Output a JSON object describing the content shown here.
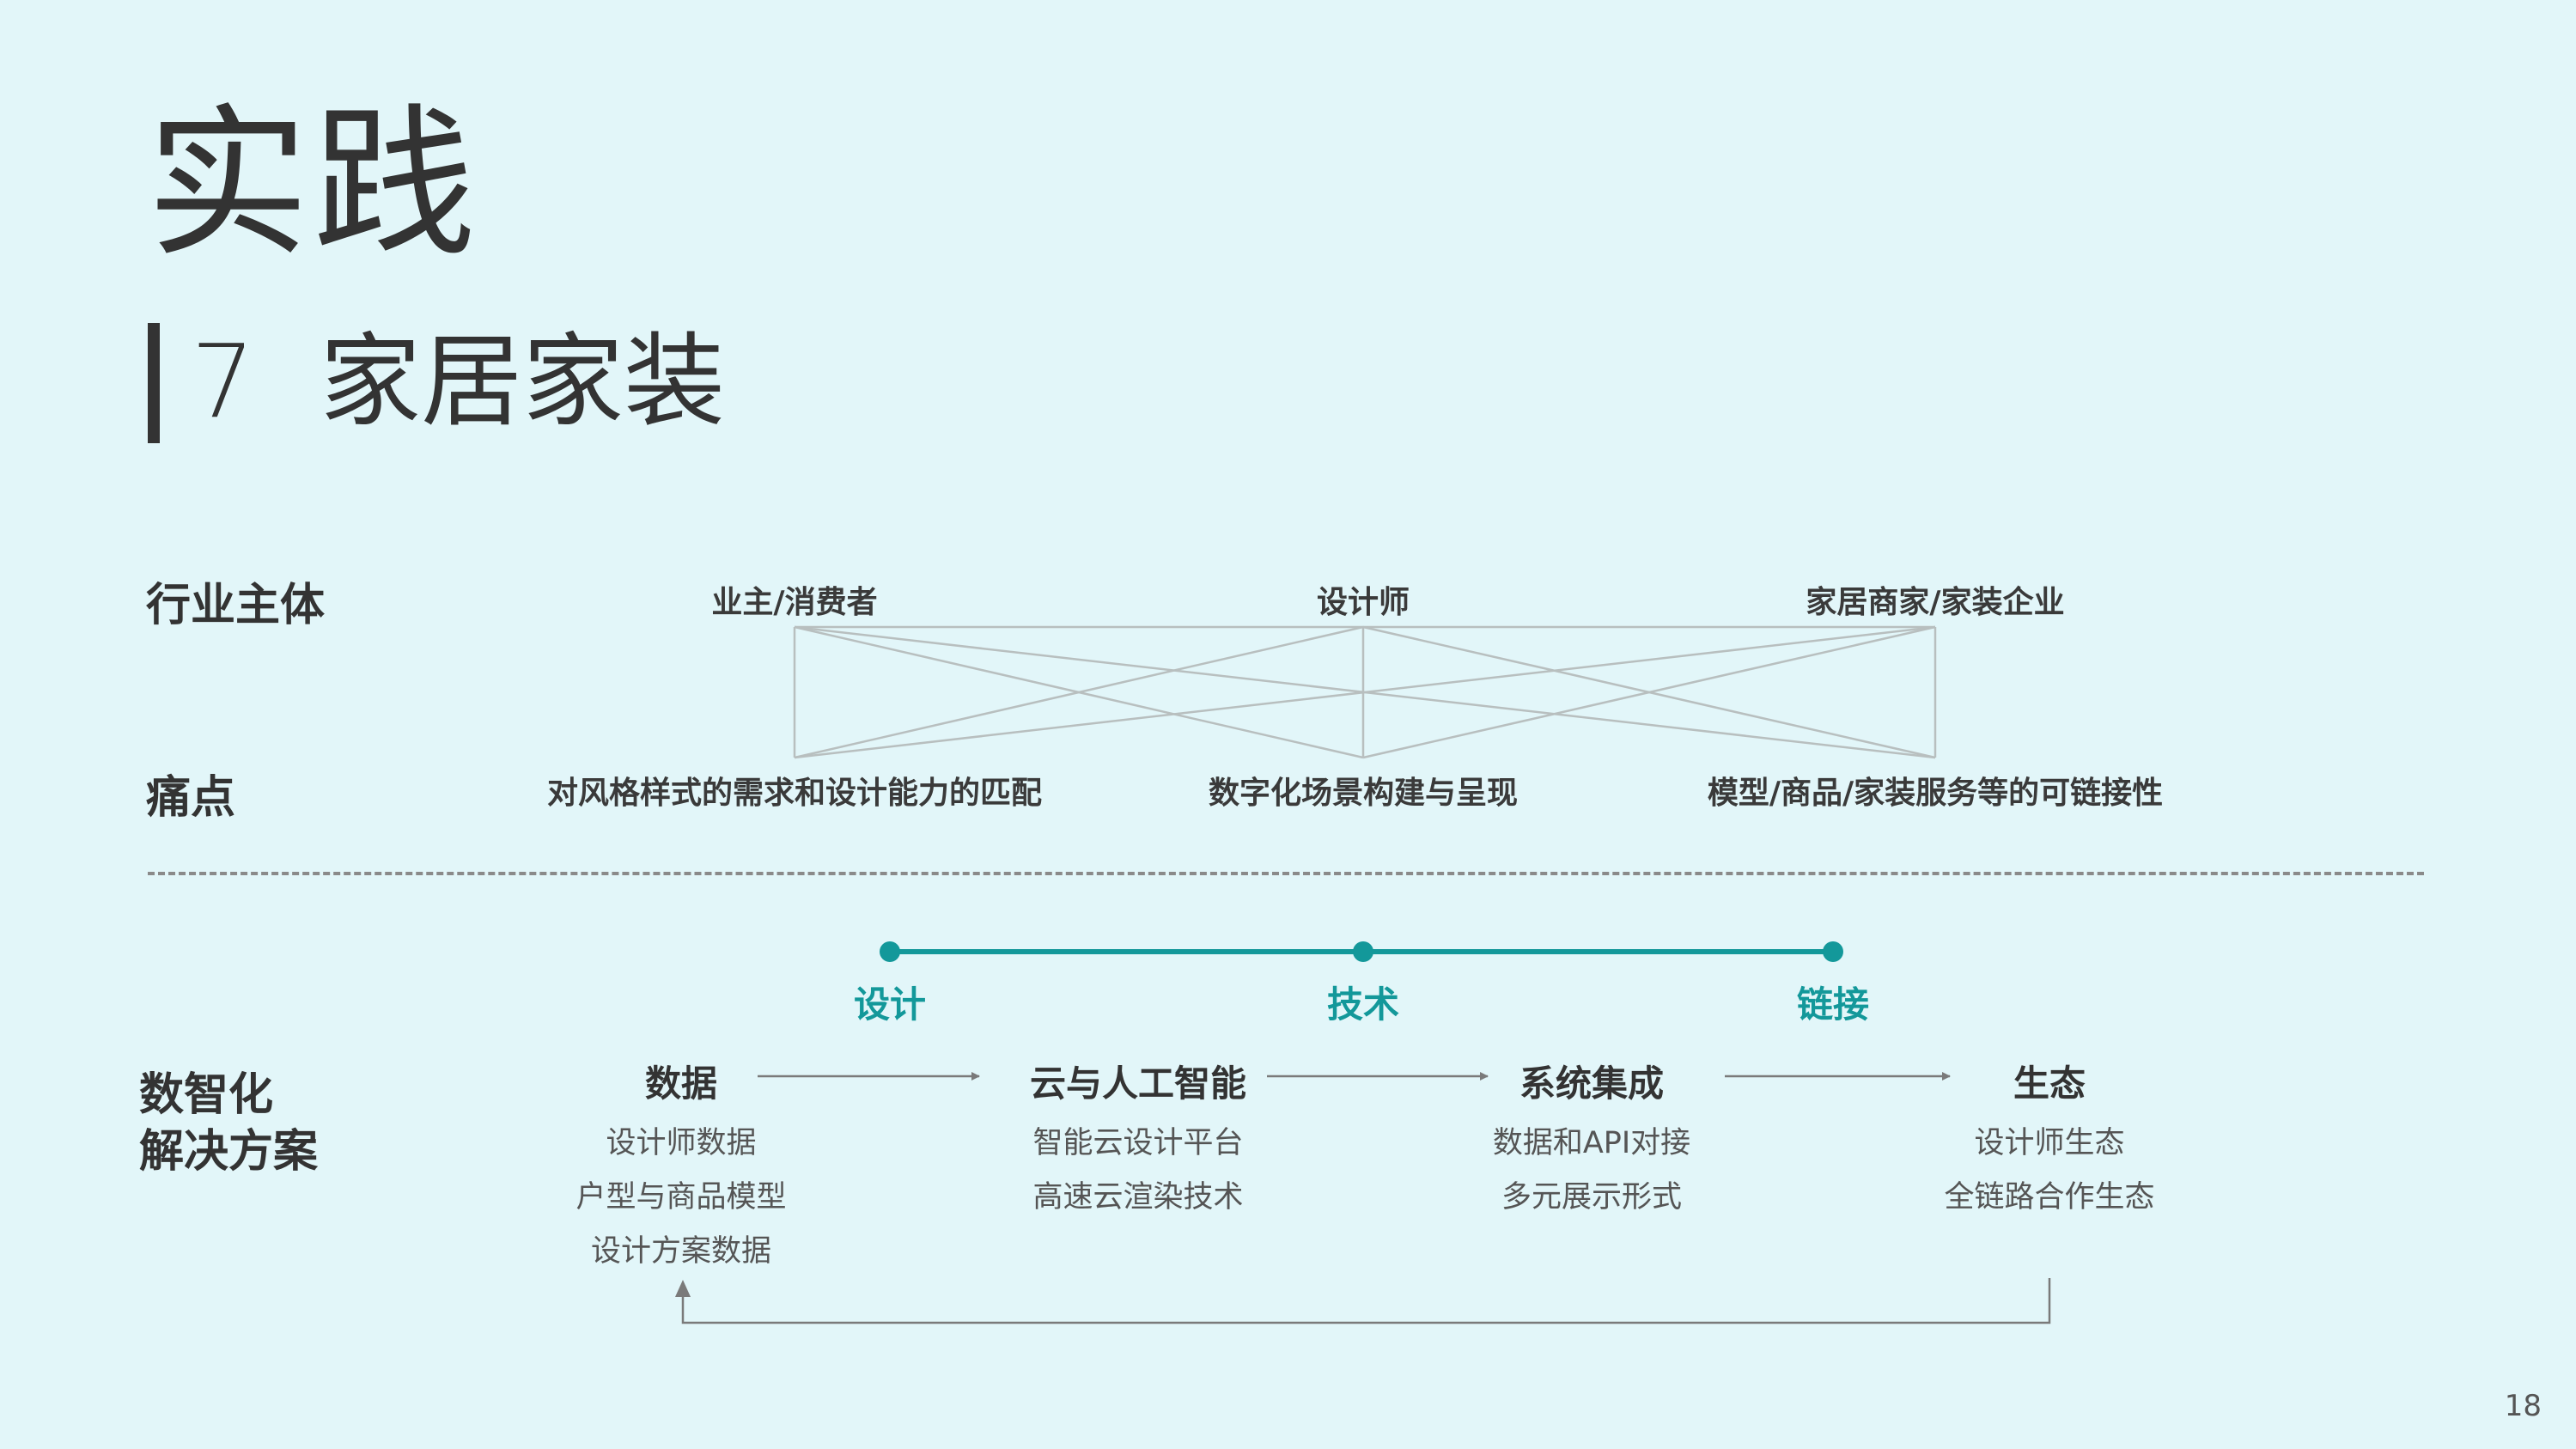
{
  "title": "实践",
  "section": {
    "number": "7",
    "name": "家居家装"
  },
  "rows": {
    "industry_label": "行业主体",
    "pain_label": "痛点",
    "solution_label_line1": "数智化",
    "solution_label_line2": "解决方案"
  },
  "entities": [
    "业主/消费者",
    "设计师",
    "家居商家/家装企业"
  ],
  "pain_points": [
    "对风格样式的需求和设计能力的匹配",
    "数字化场景构建与呈现",
    "模型/商品/家装服务等的可链接性"
  ],
  "timeline": [
    "设计",
    "技术",
    "链接"
  ],
  "steps": [
    {
      "title": "数据",
      "items": [
        "设计师数据",
        "户型与商品模型",
        "设计方案数据"
      ]
    },
    {
      "title": "云与人工智能",
      "items": [
        "智能云设计平台",
        "高速云渲染技术"
      ]
    },
    {
      "title": "系统集成",
      "items": [
        "数据和API对接",
        "多元展示形式"
      ]
    },
    {
      "title": "生态",
      "items": [
        "设计师生态",
        "全链路合作生态"
      ]
    }
  ],
  "page_number": "18",
  "colors": {
    "background": "#e2f6f9",
    "accent": "#13989a",
    "text": "#333333",
    "line": "#b8bfbf",
    "arrow": "#7a7a7a"
  }
}
